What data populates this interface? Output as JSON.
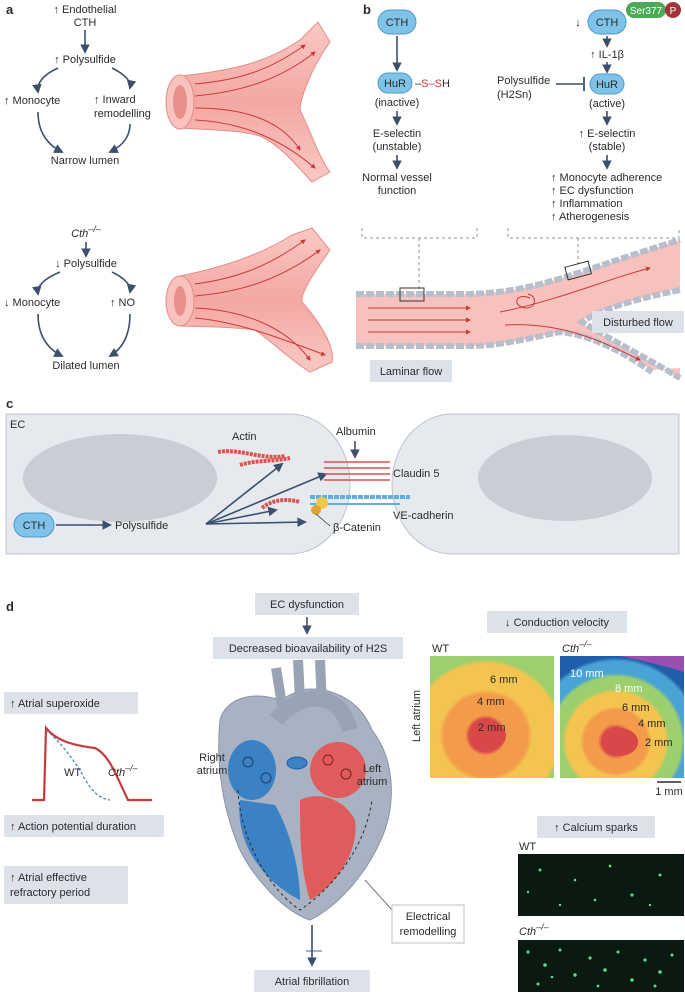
{
  "panels": {
    "a": "a",
    "b": "b",
    "c": "c",
    "d": "d"
  },
  "a": {
    "top": {
      "up_endothelial": "↑ Endothelial",
      "cth": "CTH",
      "up_polysulfide": "↑ Polysulfide",
      "up_monocyte": "↑ Monocyte",
      "up_inward": "↑ Inward",
      "remodelling": "remodelling",
      "narrow_lumen": "Narrow lumen"
    },
    "bottom": {
      "cth_ko": "Cth",
      "ko_sup": "–/–",
      "down_polysulfide": "↓ Polysulfide",
      "down_monocyte": "↓ Monocyte",
      "up_no": "↑ NO",
      "dilated_lumen": "Dilated lumen"
    }
  },
  "b": {
    "left": {
      "cth": "CTH",
      "hur": "HuR",
      "ssh_s1": "S",
      "ssh_dash": "–",
      "ssh_s2": "S",
      "ssh_h": "H",
      "inactive": "(inactive)",
      "eselectin": "E-selectin",
      "unstable": "(unstable)",
      "normal1": "Normal vessel",
      "normal2": "function"
    },
    "right": {
      "down": "↓",
      "cth": "CTH",
      "ser377": "Ser377",
      "p": "P",
      "il1b": "↑ IL-1β",
      "polysulfide": "Polysulfide",
      "h2sn": "(H2Sn)",
      "hur": "HuR",
      "active": "(active)",
      "up_eselectin": "↑ E-selectin",
      "stable": "(stable)",
      "outcomes": [
        "↑ Monocyte adherence",
        "↑ EC dysfunction",
        "↑ Inflammation",
        "↑ Atherogenesis"
      ]
    },
    "laminar_flow": "Laminar flow",
    "disturbed_flow": "Disturbed flow"
  },
  "c": {
    "ec": "EC",
    "cth": "CTH",
    "polysulfide": "Polysulfide",
    "actin": "Actin",
    "albumin": "Albumin",
    "claudin5": "Claudin 5",
    "beta_catenin": "β-Catenin",
    "ve_cadherin": "VE-cadherin"
  },
  "d": {
    "ec_dysfunction": "EC dysfunction",
    "decreased_h2s": "Decreased bioavailability of H2S",
    "atrial_superoxide": "↑ Atrial superoxide",
    "wt": "WT",
    "cth_ko": "Cth",
    "ko_sup": "–/–",
    "apd": "↑ Action potential duration",
    "erp1": "↑ Atrial effective",
    "erp2": "refractory period",
    "right_atrium1": "Right",
    "right_atrium2": "atrium",
    "left_atrium1": "Left",
    "left_atrium2": "atrium",
    "electrical1": "Electrical",
    "electrical2": "remodelling",
    "atrial_fibrillation": "Atrial fibrillation",
    "conduction_velocity": "↓ Conduction velocity",
    "map_wt": "WT",
    "left_atrium_axis": "Left atrium",
    "wt_iso": [
      "6 mm",
      "4 mm",
      "2 mm"
    ],
    "ko_iso": [
      "10 mm",
      "8 mm",
      "6 mm",
      "4 mm",
      "2 mm"
    ],
    "scale": "1 mm",
    "calcium_sparks": "↑ Calcium sparks",
    "sparks_wt": "WT",
    "colors": {
      "blue_box": "#7fc3e8",
      "pink_vessel": "#f6b7b3",
      "grey_box": "#dde2ea",
      "red_heart": "#e05b5b",
      "blue_heart": "#3b82c4"
    }
  }
}
